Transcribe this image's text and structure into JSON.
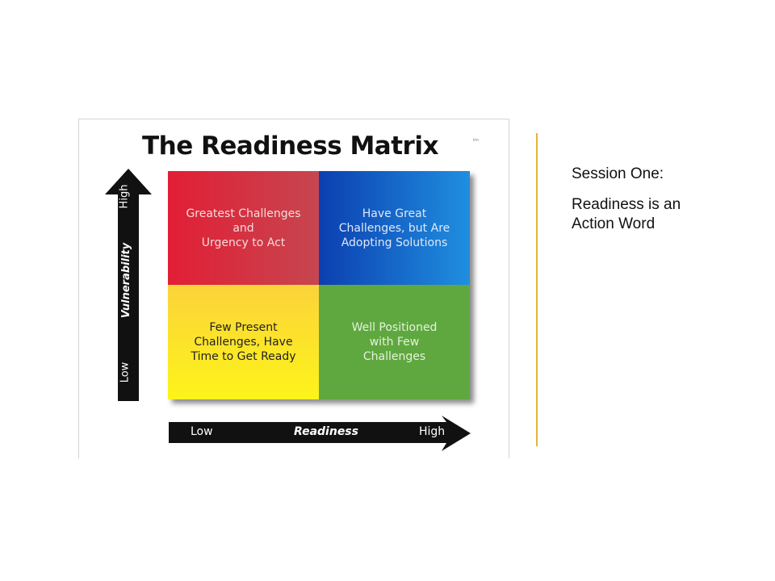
{
  "diagram": {
    "title": "The Readiness Matrix",
    "trademark": "tm",
    "quadrants": [
      {
        "position": "top-left",
        "text": "Greatest Challenges\nand\nUrgency to Act",
        "color": "#d9303f"
      },
      {
        "position": "top-right",
        "text": "Have Great\nChallenges, but Are\nAdopting Solutions",
        "color": "#1460c8"
      },
      {
        "position": "bottom-left",
        "text": "Few Present\nChallenges, Have\nTime to Get Ready",
        "color": "#fce32a"
      },
      {
        "position": "bottom-right",
        "text": "Well Positioned\nwith Few\nChallenges",
        "color": "#5fa83f"
      }
    ],
    "y_axis": {
      "label": "Vulnerability",
      "low": "Low",
      "high": "High"
    },
    "x_axis": {
      "label": "Readiness",
      "low": "Low",
      "high": "High"
    }
  },
  "sidebar": {
    "heading": "Session One:",
    "subtitle": "Readiness is an\nAction Word"
  }
}
